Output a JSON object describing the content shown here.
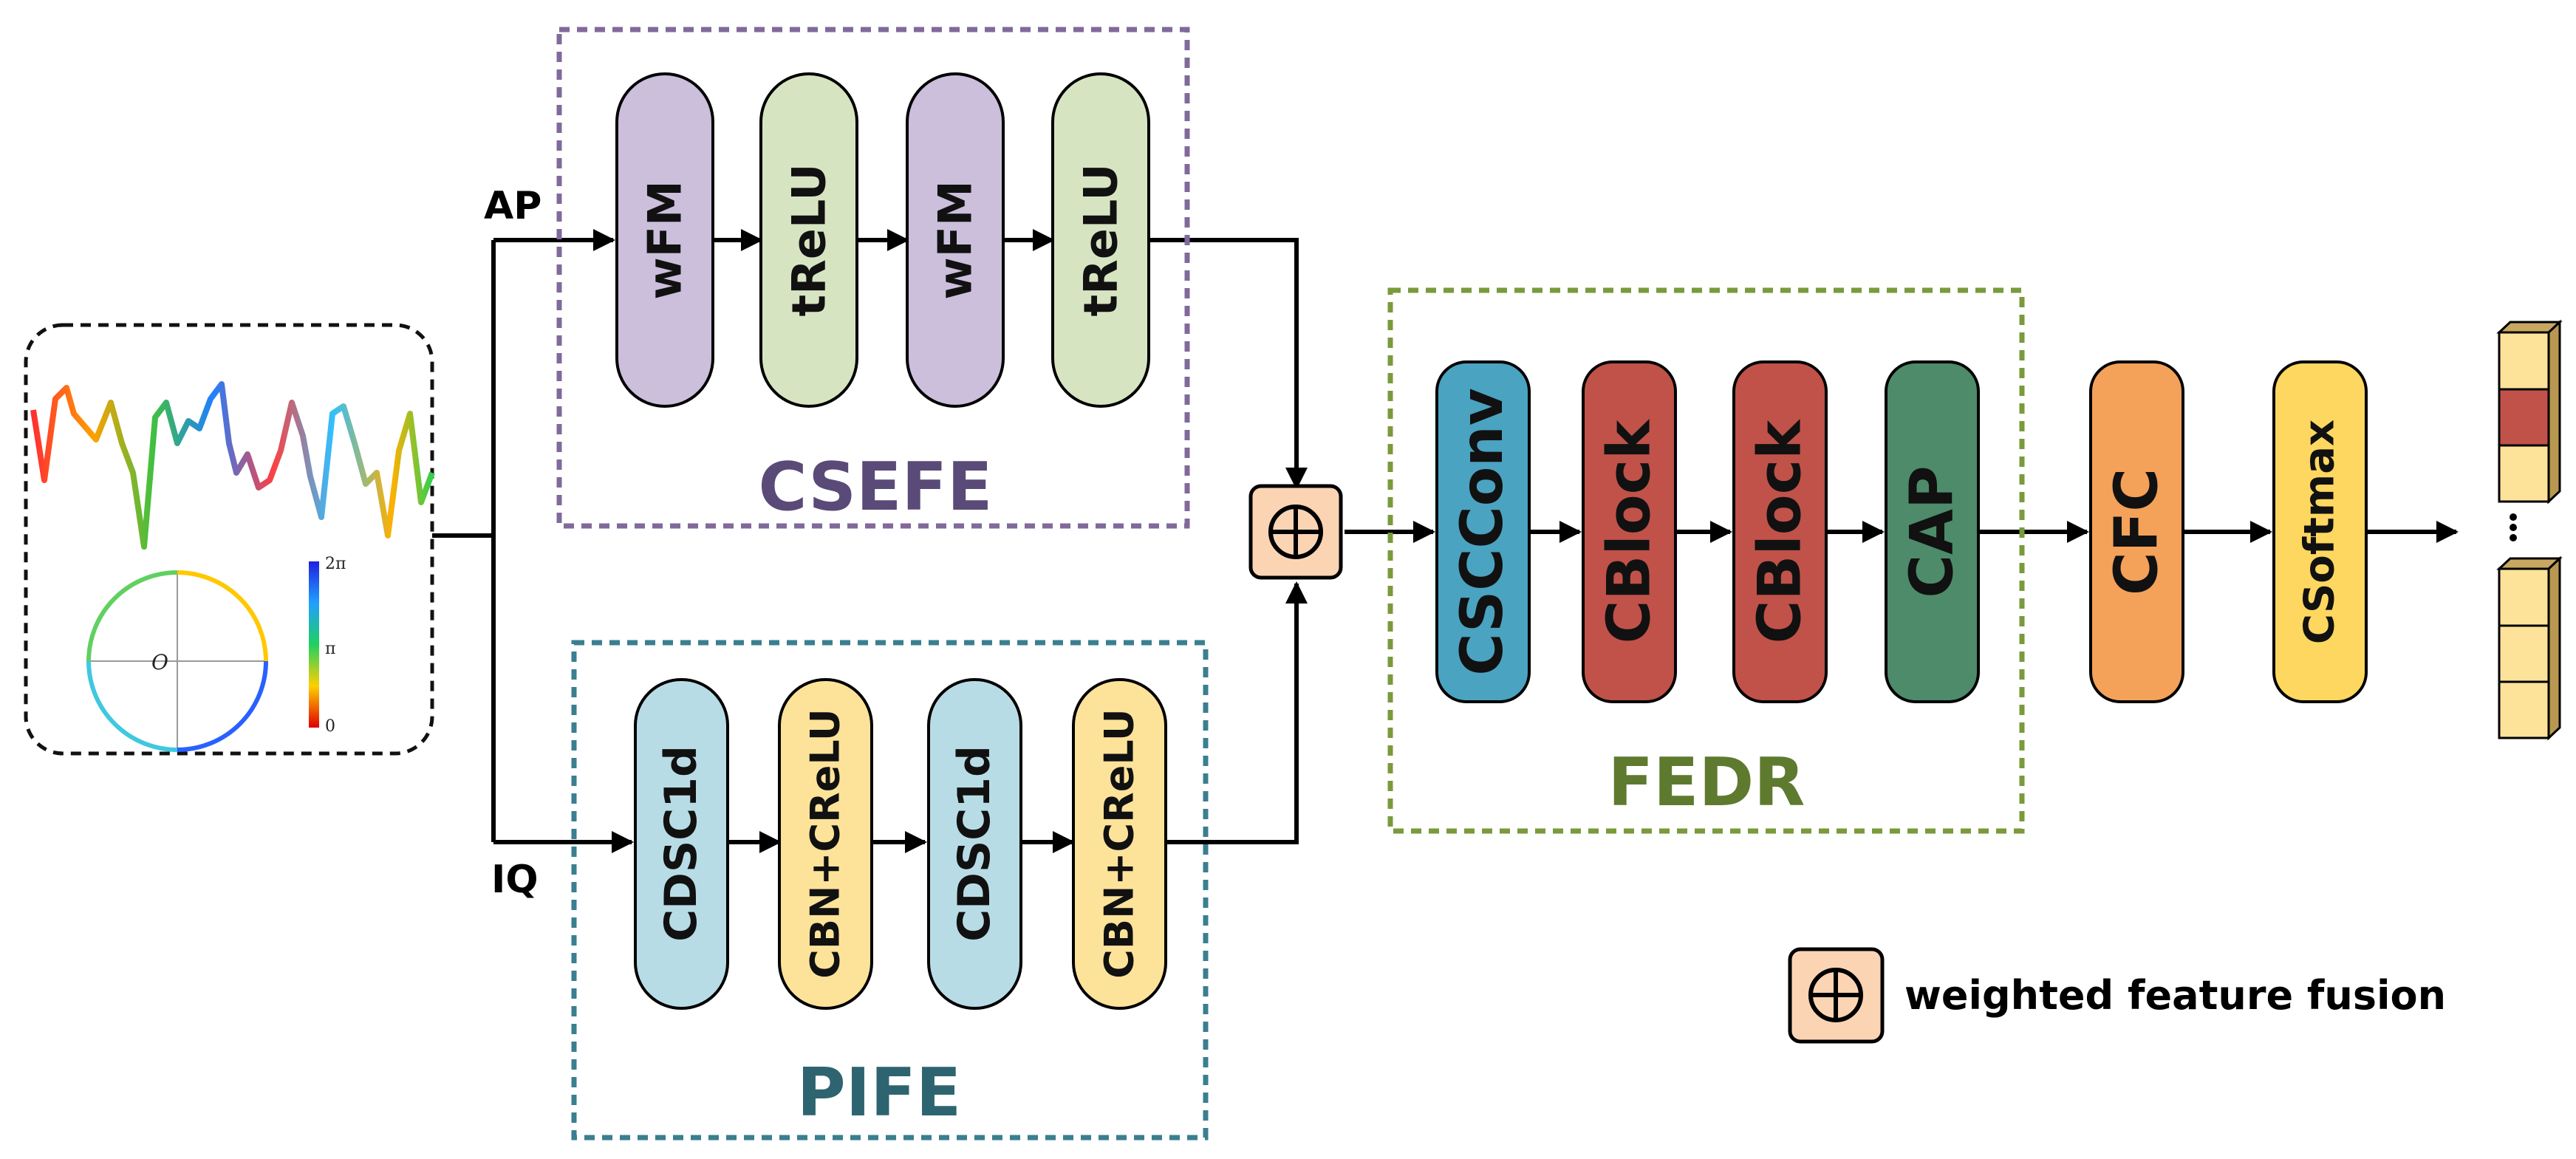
{
  "branches": {
    "top_label": "AP",
    "bottom_label": "IQ"
  },
  "groups": {
    "csefe": "CSEFE",
    "pife": "PIFE",
    "fedr": "FEDR"
  },
  "csefe_blocks": [
    "wFM",
    "tReLU",
    "wFM",
    "tReLU"
  ],
  "pife_blocks": [
    "CDSC1d",
    "CBN+CReLU",
    "CDSC1d",
    "CBN+CReLU"
  ],
  "fedr_blocks": [
    "CSCConv",
    "CBlock",
    "CBlock",
    "CAP"
  ],
  "head_blocks": [
    "CFC",
    "CSoftmax"
  ],
  "fusion_symbol": "⊕",
  "legend": {
    "symbol": "⊕",
    "text": "weighted feature fusion"
  },
  "input_panel": {
    "colorbar_ticks": [
      "2π",
      "π",
      "0"
    ],
    "origin_label": "O"
  },
  "colors": {
    "purple_fill": "#cbbfdc",
    "green_fill": "#d7e4c2",
    "blue_fill": "#b8dce6",
    "yellow_fill": "#fde39a",
    "teal_fill": "#4aa3c0",
    "red_fill": "#c0524a",
    "darkgreen_fill": "#4d8b6a",
    "orange_fill": "#f4a15a",
    "gold_fill": "#fdd75f",
    "fusion_fill": "#fbd4b4",
    "csefe_border": "#806a9a",
    "pife_border": "#3a7f8f",
    "fedr_border": "#7a9a3c",
    "csefe_label": "#5a4a78",
    "pife_label": "#2e6470",
    "fedr_label": "#5e7a2e"
  }
}
